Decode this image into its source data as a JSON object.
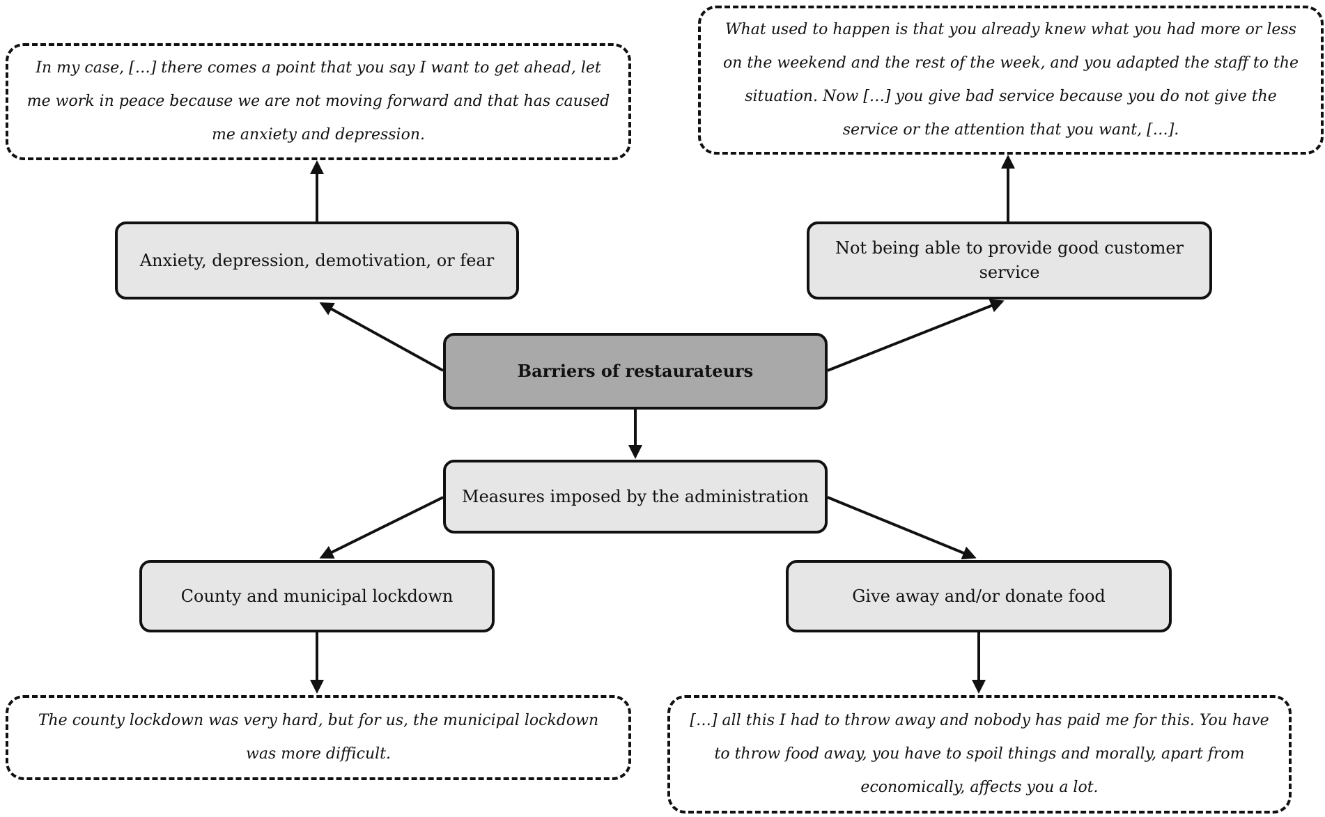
{
  "nodes": {
    "central": "Barriers of restaurateurs",
    "anxiety": "Anxiety, depression, demotivation, or fear",
    "customer_service": "Not being able to provide good customer service",
    "measures": "Measures imposed by the administration",
    "lockdown": "County and municipal lockdown",
    "food": "Give away and/or donate food"
  },
  "quotes": {
    "anxiety": "In my case, […] there comes a point that you say I want to get ahead, let me work in peace because we are not moving forward and that has caused me anxiety and depression.",
    "customer_service": "What used to happen is that you already knew what you had more or less on the weekend and the rest of the week, and you adapted the staff to the situation. Now […] you give bad service because you do not give the service or the attention that you want, […].",
    "lockdown": "The county lockdown was very hard, but for us, the municipal lockdown was more difficult.",
    "food": "[…] all this I had to throw away and nobody has paid me for this. You have to throw food away, you have to spoil things and morally, apart from economically, affects you a lot."
  }
}
